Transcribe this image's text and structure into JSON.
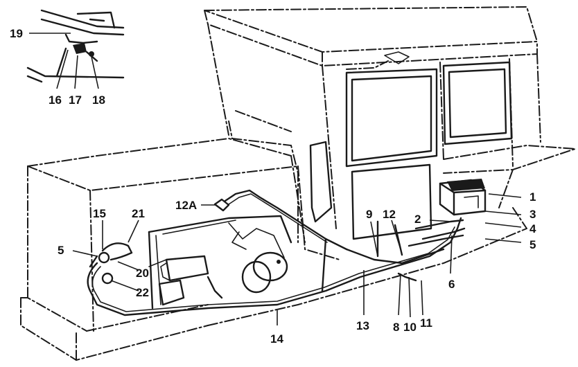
{
  "diagram": {
    "callouts": {
      "c1": "1",
      "c2": "2",
      "c3": "3",
      "c4": "4",
      "c5_right": "5",
      "c5_left": "5",
      "c6": "6",
      "c8": "8",
      "c9": "9",
      "c10": "10",
      "c11": "11",
      "c12": "12",
      "c12a": "12A",
      "c13": "13",
      "c14": "14",
      "c15": "15",
      "c16": "16",
      "c17": "17",
      "c18": "18",
      "c19": "19",
      "c20": "20",
      "c21": "21",
      "c22": "22"
    }
  }
}
